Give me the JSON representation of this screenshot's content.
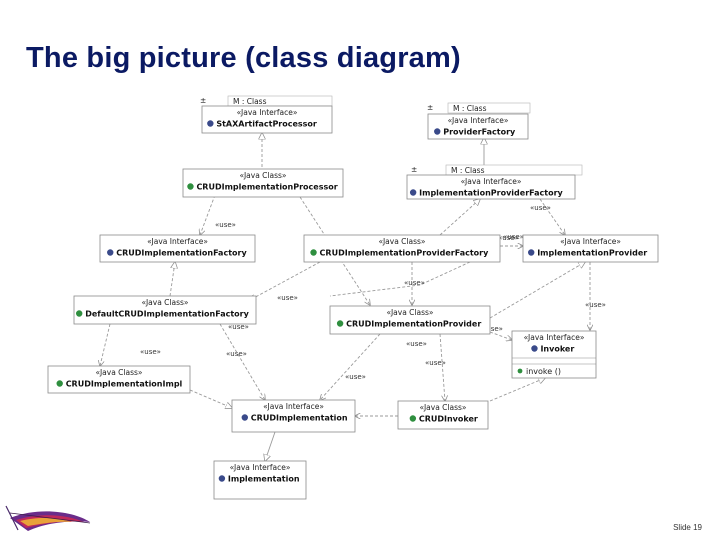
{
  "title": "The big picture (class diagram)",
  "slide_number": "Slide 19",
  "model_label": "M : Class",
  "boxes": {
    "staxartifactprocessor": {
      "stereotype": "«Java Interface»",
      "name": "StAXArtifactProcessor",
      "kind": "interface"
    },
    "providerfactory": {
      "stereotype": "«Java Interface»",
      "name": "ProviderFactory",
      "kind": "interface"
    },
    "implementationproviderfactory": {
      "stereotype": "«Java Interface»",
      "name": "ImplementationProviderFactory",
      "kind": "interface"
    },
    "crudimplementationprocessor": {
      "stereotype": "«Java Class»",
      "name": "CRUDImplementationProcessor",
      "kind": "class"
    },
    "crudimplementationfactory": {
      "stereotype": "«Java Interface»",
      "name": "CRUDImplementationFactory",
      "kind": "interface"
    },
    "crudimplementationproviderfactory": {
      "stereotype": "«Java Class»",
      "name": "CRUDImplementationProviderFactory",
      "kind": "class"
    },
    "implementationprovider": {
      "stereotype": "«Java Interface»",
      "name": "ImplementationProvider",
      "kind": "interface"
    },
    "defaultcrudimplementationfactory": {
      "stereotype": "«Java Class»",
      "name": "DefaultCRUDImplementationFactory",
      "kind": "class"
    },
    "crudimplementationprovider": {
      "stereotype": "«Java Class»",
      "name": "CRUDImplementationProvider",
      "kind": "class"
    },
    "invoker": {
      "stereotype": "«Java Interface»",
      "name": "Invoker",
      "kind": "interface",
      "operation": "invoke ()"
    },
    "crudimplementationimpl": {
      "stereotype": "«Java Class»",
      "name": "CRUDImplementationImpl",
      "kind": "class"
    },
    "crudimplementation": {
      "stereotype": "«Java Interface»",
      "name": "CRUDImplementation",
      "kind": "interface"
    },
    "crudinvoker": {
      "stereotype": "«Java Class»",
      "name": "CRUDInvoker",
      "kind": "class"
    },
    "implementation": {
      "stereotype": "«Java Interface»",
      "name": "Implementation",
      "kind": "interface"
    }
  },
  "edge_labels": {
    "use_1": "«use»",
    "use_2": "«use»",
    "use_3": "«use»",
    "use_4": "«use»",
    "use_5": "«use»",
    "use_6": "«use»",
    "use_7": "«use»",
    "use_8": "«use»",
    "use_9": "«use»",
    "use_10": "«use»",
    "use_11": "«use»",
    "use_12": "«use»",
    "use_13": "«use»",
    "use_14": "«use»"
  },
  "colors": {
    "title": "#0b1a63",
    "box_stroke": "#8a8a8a",
    "box_fill": "#ffffff",
    "header_fill": "#f4f4f4",
    "interface_icon": "#3a4a8a",
    "class_icon": "#2f8f3f",
    "edge": "#9a9a9a"
  }
}
